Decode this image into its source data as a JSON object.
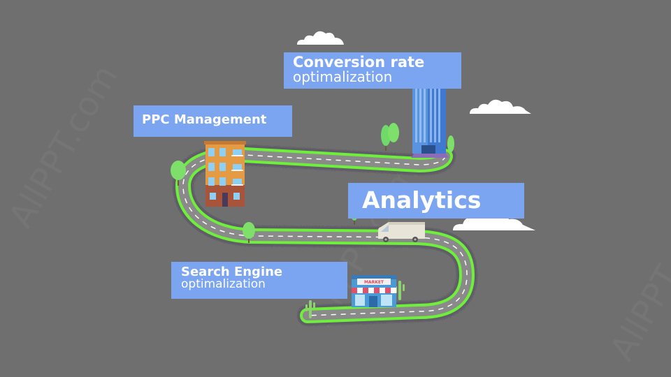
{
  "labels": {
    "conversion": {
      "line1": "Conversion rate",
      "line2": "optimalization"
    },
    "ppc": {
      "line1": "PPC Management"
    },
    "analytics": {
      "line1": "Analytics"
    },
    "seo": {
      "line1": "Search Engine",
      "line2": "optimalization"
    }
  },
  "market_sign": "MARKET",
  "watermark": "AllPPT.com",
  "colors": {
    "background": "#6f6f6f",
    "label_fill": "#7ba5f0",
    "road_glow": "#6ef03a",
    "road_surface": "#8a8a8a"
  },
  "icons": [
    "cloud-icon",
    "tree-icon",
    "cactus-icon",
    "skyscraper-icon",
    "apartment-building-icon",
    "market-store-icon",
    "delivery-van-icon"
  ]
}
